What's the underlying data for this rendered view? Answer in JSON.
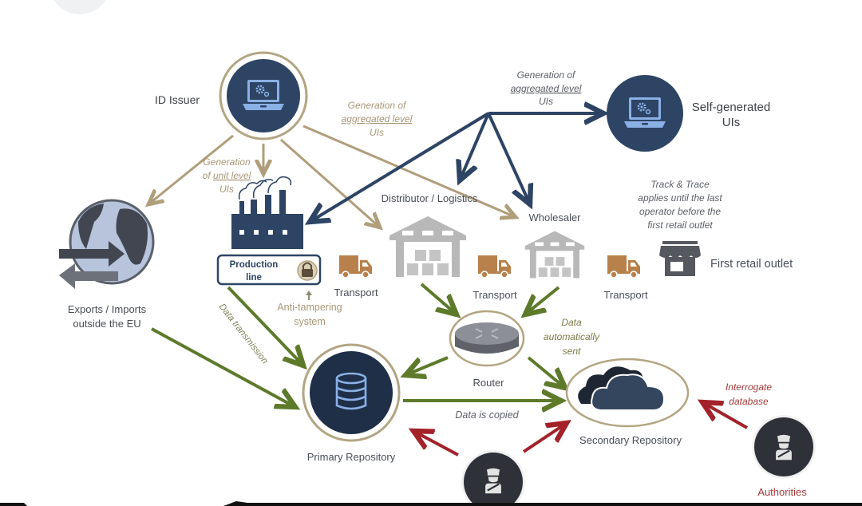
{
  "colors": {
    "navy": "#2d4464",
    "navy_dark": "#1f2f47",
    "screen_blue": "#8ab0e6",
    "tan_line": "#b09d7a",
    "ring": "#b3a582",
    "green_line": "#5d7a2a",
    "red_line": "#a3222a",
    "truck": "#b8804a",
    "warehouse_grey": "#b8b8b8",
    "globe_light": "#b7c4dc",
    "globe_dark": "#414651",
    "router_grey": "#7d8087",
    "cloud_dark": "#1e2633",
    "cloud_mid": "#34465e",
    "authority_bg": "#2e3137",
    "store_grey": "#55585e"
  },
  "nodes": {
    "id_issuer": {
      "label": "ID Issuer",
      "icon": "laptop-gear-icon"
    },
    "self_generated": {
      "label_line1": "Self-generated",
      "label_line2": "UIs",
      "icon": "laptop-gear-icon"
    },
    "exports": {
      "label_line1": "Exports / Imports",
      "label_line2": "outside the EU",
      "icon": "globe-arrows-icon"
    },
    "production_line": {
      "label_line1": "Production",
      "label_line2": "line",
      "icon": "factory-icon",
      "lock_icon": "padlock-icon"
    },
    "anti_tampering": {
      "label_line1": "Anti-tampering",
      "label_line2": "system"
    },
    "distributor": {
      "label": "Distributor / Logistics",
      "icon": "warehouse-icon"
    },
    "wholesaler": {
      "label": "Wholesaler",
      "icon": "warehouse-icon"
    },
    "retail": {
      "label": "First retail outlet",
      "icon": "store-icon"
    },
    "router": {
      "label": "Router",
      "icon": "router-icon"
    },
    "primary_repo": {
      "label": "Primary Repository",
      "icon": "database-icon"
    },
    "secondary_repo": {
      "label": "Secondary Repository",
      "icon": "cloud-icon"
    },
    "authorities": {
      "label": "Authorities",
      "icon": "officer-icon"
    },
    "authority_bottom": {
      "icon": "officer-icon"
    }
  },
  "transport": [
    {
      "label": "Transport"
    },
    {
      "label": "Transport"
    },
    {
      "label": "Transport"
    }
  ],
  "annotations": {
    "gen_unit": {
      "line1": "Generation",
      "line2_pre": "of ",
      "line2_u": "unit level",
      "line3": "UIs"
    },
    "gen_agg_left": {
      "line1": "Generation of",
      "line2_u": "aggregated level",
      "line3": "UIs"
    },
    "gen_agg_top": {
      "line1": "Generation of",
      "line2_u": "aggregated level",
      "line3": "UIs"
    },
    "track_trace": {
      "line1": "Track & Trace",
      "line2": "applies until the last",
      "line3": "operator before the",
      "line4": "first retail outlet"
    },
    "data_transmission": "Data transmission",
    "data_auto": {
      "line1": "Data",
      "line2": "automatically",
      "line3": "sent"
    },
    "data_copied": "Data is copied",
    "interrogate": {
      "line1": "Interrogate",
      "line2": "database"
    }
  }
}
